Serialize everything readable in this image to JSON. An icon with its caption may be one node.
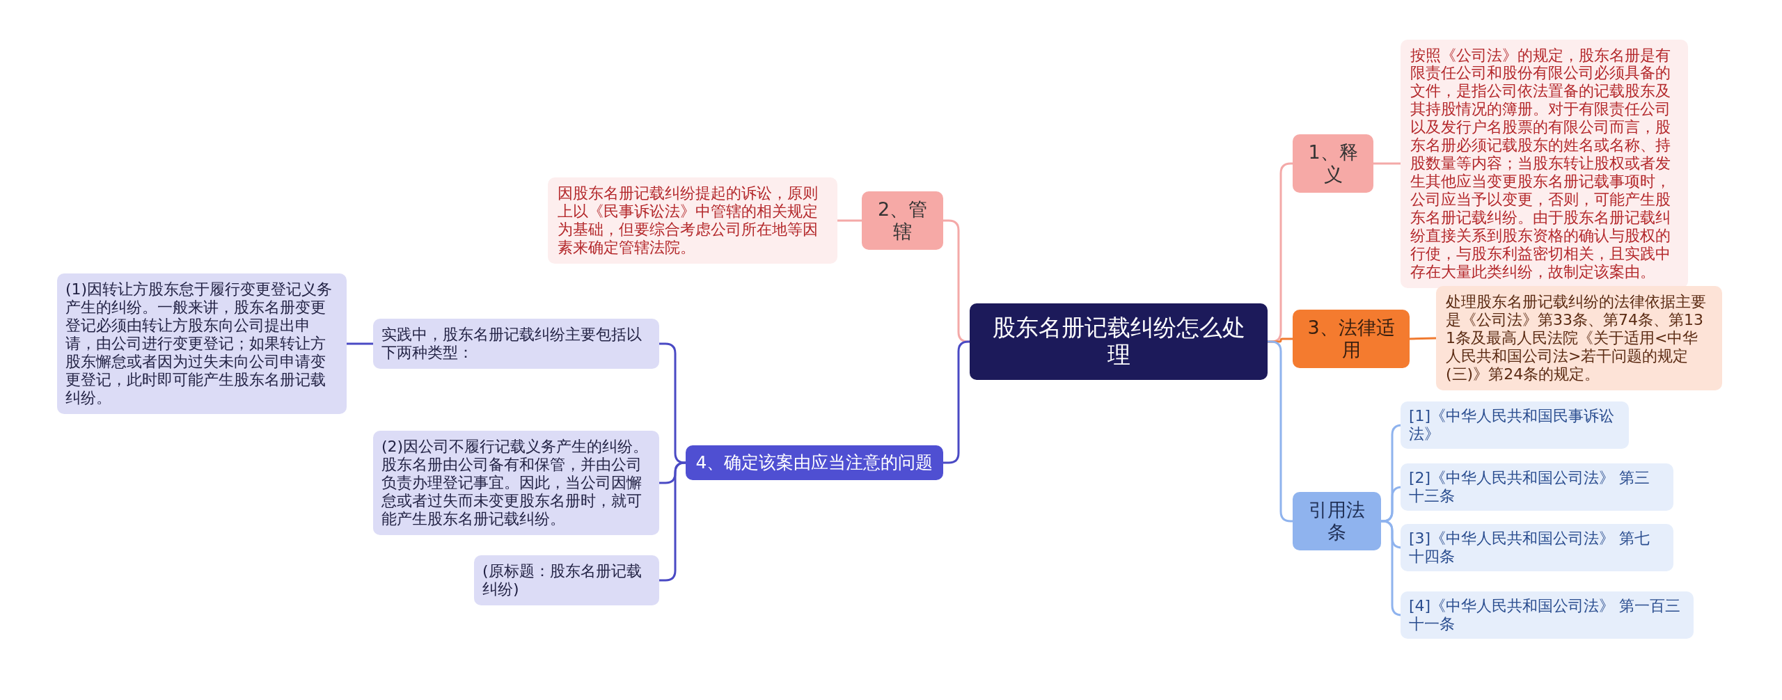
{
  "diagram": {
    "nodes": [
      {
        "text": [
          "股东名册记载纠纷怎么处理"
        ]
      },
      {
        "text": [
          "1、释义"
        ]
      },
      {
        "text": [
          "按照《公司法》的规定，股东名册是有限责任公司和股份有限公司必须具备的文件，是指公司依法置备的记载股东及其持股情况的簿册。对于有限责任公司以及发行户名股票的有限公司而言，股东名册必须记载股东的姓名或名称、持股数量等内容；当股东转让股权或者发生其他应当变更股东名册记载事项时，公司应当予以变更，否则，可能产生股东名册记载纠纷。由于股东名册记载纠纷直接关系到股东资格的确认与股权的行使，与股东利益密切相关，且实践中存在大量此类纠纷，故制定该案由。"
        ]
      },
      {
        "text": [
          "2、管辖"
        ]
      },
      {
        "text": [
          "因股东名册记载纠纷提起的诉讼，原则上以《民事诉讼法》中管辖的相关规定为基础，但要综合考虑公司所在地等因素来确定管辖法院。"
        ]
      },
      {
        "text": [
          "3、法律适用"
        ]
      },
      {
        "text": [
          "处理股东名册记载纠纷的法律依据主要是《公司法》第33条、第74条、第131条及最高人民法院《关于适用<中华人民共和国公司法>若干问题的规定(三)》第24条的规定。"
        ]
      },
      {
        "text": [
          "4、确定该案由应当注意的问题"
        ]
      },
      {
        "text": [
          "实践中，股东名册记载纠纷主要包括以下两种类型："
        ]
      },
      {
        "text": [
          "(1)因转让方股东怠于履行变更登记义务产生的纠纷。一般来讲，股东名册变更登记必须由转让方股东向公司提出申请，由公司进行变更登记；如果转让方股东懈怠或者因为过失未向公司申请变更登记，此时即可能产生股东名册记载纠纷。"
        ]
      },
      {
        "text": [
          "(2)因公司不履行记载义务产生的纠纷。股东名册由公司备有和保管，并由公司负责办理登记事宜。因此，当公司因懈怠或者过失而未变更股东名册时，就可能产生股东名册记载纠纷。"
        ]
      },
      {
        "text": [
          "(原标题：股东名册记载纠纷)"
        ]
      },
      {
        "text": [
          "引用法条"
        ]
      },
      {
        "text": [
          "[1]《中华人民共和国民事诉讼法》"
        ]
      },
      {
        "text": [
          "[2]《中华人民共和国公司法》 第三十三条"
        ]
      },
      {
        "text": [
          "[3]《中华人民共和国公司法》 第七十四条"
        ]
      },
      {
        "text": [
          "[4]《中华人民共和国公司法》 第一百三十一条"
        ]
      }
    ],
    "edges": [
      {
        "from": 0,
        "to": 1,
        "arrow": "none",
        "color": "#f4a9a8"
      },
      {
        "from": 1,
        "to": 2,
        "arrow": "none",
        "color": "#f4a9a8"
      },
      {
        "from": 0,
        "to": 3,
        "arrow": "none",
        "color": "#f4a9a8"
      },
      {
        "from": 3,
        "to": 4,
        "arrow": "none",
        "color": "#f4a9a8"
      },
      {
        "from": 0,
        "to": 5,
        "arrow": "none",
        "color": "#f07a30"
      },
      {
        "from": 5,
        "to": 6,
        "arrow": "none",
        "color": "#f07a30"
      },
      {
        "from": 0,
        "to": 7,
        "arrow": "none",
        "color": "#4a4ac4"
      },
      {
        "from": 7,
        "to": 8,
        "arrow": "none",
        "color": "#4a4ac4"
      },
      {
        "from": 8,
        "to": 9,
        "arrow": "none",
        "color": "#4a4ac4"
      },
      {
        "from": 7,
        "to": 10,
        "arrow": "none",
        "color": "#4a4ac4"
      },
      {
        "from": 7,
        "to": 11,
        "arrow": "none",
        "color": "#4a4ac4"
      },
      {
        "from": 0,
        "to": 12,
        "arrow": "none",
        "color": "#8fb3ee"
      },
      {
        "from": 12,
        "to": 13,
        "arrow": "none",
        "color": "#8fb3ee"
      },
      {
        "from": 12,
        "to": 14,
        "arrow": "none",
        "color": "#8fb3ee"
      },
      {
        "from": 12,
        "to": 15,
        "arrow": "none",
        "color": "#8fb3ee"
      },
      {
        "from": 12,
        "to": 16,
        "arrow": "none",
        "color": "#8fb3ee"
      }
    ]
  }
}
